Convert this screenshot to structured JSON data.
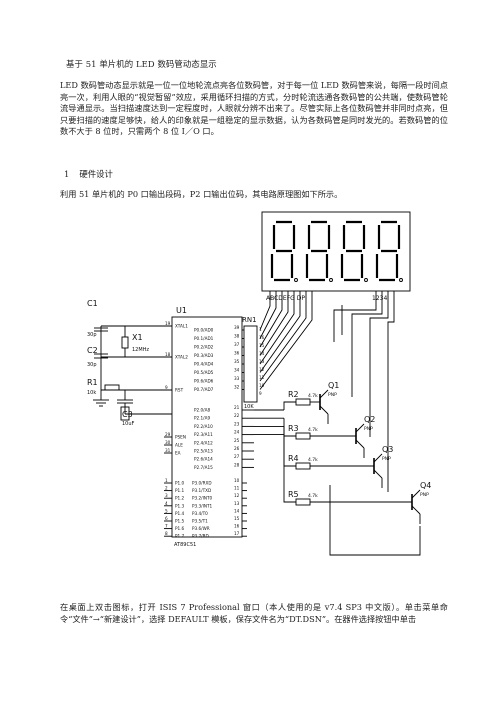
{
  "document": {
    "title": "基于 51 单片机的 LED 数码管动态显示",
    "intro": "LED 数码管动态显示就是一位一位地轮流点亮各位数码管，对于每一位 LED 数码管来说，每隔一段时间点亮一次，利用人眼的“视觉暂留”效应，采用循环扫描的方式，分时轮流选通各数码管的公共端，使数码管轮流导通显示。当扫描速度达到一定程度时，人眼就分辨不出来了。尽管实际上各位数码管并非同时点亮，但只要扫描的速度足够快，给人的印象就是一组稳定的显示数据，认为各数码管是同时发光的。若数码管的位数不大于 8 位时，只需两个 8 位 I／O 口。",
    "section": {
      "number": "1",
      "title": "硬件设计"
    },
    "design_text": "利用 51 单片机的 P0 口输出段码，P2 口输出位码，其电路原理图如下所示。",
    "steps_text": "在桌面上双击图标，打开 ISIS 7 Professional 窗口（本人使用的是 v7.4 SP3 中文版）。单击菜单命令“文件”→“新建设计”，选择 DEFAULT 模板，保存文件名为“DT.DSN”。在器件选择按钮中单击"
  },
  "schematic": {
    "display_seg_label": "ABCDEFG  DP",
    "display_digit_label": "1234",
    "chip_ref": "U1",
    "chip_part": "AT89C51",
    "resnet_ref": "RN1",
    "resnet_part": "10K",
    "left_parts": {
      "c1": "C1",
      "c1v": "30p",
      "x1": "X1",
      "x1v": "12MHz",
      "c2": "C2",
      "c2v": "30p",
      "r1": "R1",
      "r1v": "10k",
      "c3": "C3",
      "c3v": "10uF"
    },
    "chip_left_pins": [
      {
        "num": "19",
        "name": "XTAL1"
      },
      {
        "num": "18",
        "name": "XTAL2"
      },
      {
        "num": "9",
        "name": "RST"
      },
      {
        "num": "29",
        "name": "PSEN"
      },
      {
        "num": "30",
        "name": "ALE"
      },
      {
        "num": "31",
        "name": "EA"
      }
    ],
    "p1_pins": [
      {
        "num": "1",
        "name": "P1.0"
      },
      {
        "num": "2",
        "name": "P1.1"
      },
      {
        "num": "3",
        "name": "P1.2"
      },
      {
        "num": "4",
        "name": "P1.3"
      },
      {
        "num": "5",
        "name": "P1.4"
      },
      {
        "num": "6",
        "name": "P1.5"
      },
      {
        "num": "7",
        "name": "P1.6"
      },
      {
        "num": "8",
        "name": "P1.7"
      }
    ],
    "p0_pins": [
      {
        "num": "39",
        "name": "P0.0/AD0"
      },
      {
        "num": "38",
        "name": "P0.1/AD1"
      },
      {
        "num": "37",
        "name": "P0.2/AD2"
      },
      {
        "num": "36",
        "name": "P0.3/AD3"
      },
      {
        "num": "35",
        "name": "P0.4/AD4"
      },
      {
        "num": "34",
        "name": "P0.5/AD5"
      },
      {
        "num": "33",
        "name": "P0.6/AD6"
      },
      {
        "num": "32",
        "name": "P0.7/AD7"
      }
    ],
    "p2_pins": [
      {
        "num": "21",
        "name": "P2.0/A8"
      },
      {
        "num": "22",
        "name": "P2.1/A9"
      },
      {
        "num": "23",
        "name": "P2.2/A10"
      },
      {
        "num": "24",
        "name": "P2.3/A11"
      },
      {
        "num": "25",
        "name": "P2.4/A12"
      },
      {
        "num": "26",
        "name": "P2.5/A13"
      },
      {
        "num": "27",
        "name": "P2.6/A14"
      },
      {
        "num": "28",
        "name": "P2.7/A15"
      }
    ],
    "p3_pins": [
      {
        "num": "10",
        "name": "P3.0/RXD"
      },
      {
        "num": "11",
        "name": "P3.1/TXD"
      },
      {
        "num": "12",
        "name": "P3.2/INT0"
      },
      {
        "num": "13",
        "name": "P3.3/INT1"
      },
      {
        "num": "14",
        "name": "P3.4/T0"
      },
      {
        "num": "15",
        "name": "P3.5/T1"
      },
      {
        "num": "16",
        "name": "P3.6/WR"
      },
      {
        "num": "17",
        "name": "P3.7/RD"
      }
    ],
    "rn_pins": [
      "1",
      "16",
      "15",
      "14",
      "13",
      "12",
      "11",
      "10",
      "9"
    ],
    "resistors": [
      {
        "ref": "R2",
        "value": "4.7k"
      },
      {
        "ref": "R3",
        "value": "4.7k"
      },
      {
        "ref": "R4",
        "value": "4.7k"
      },
      {
        "ref": "R5",
        "value": "4.7k"
      }
    ],
    "transistors": [
      {
        "ref": "Q1",
        "type": "PNP"
      },
      {
        "ref": "Q2",
        "type": "PNP"
      },
      {
        "ref": "Q3",
        "type": "PNP"
      },
      {
        "ref": "Q4",
        "type": "PNP"
      }
    ]
  }
}
